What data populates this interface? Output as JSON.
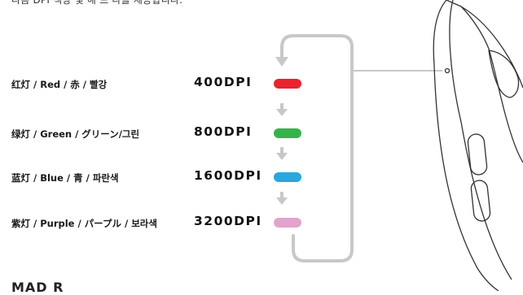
{
  "intro_text": "다음 DPI 색상 및 해 드 다를 제공합니다.",
  "modes": [
    {
      "label": "红灯 / Red / 赤 / 빨강",
      "dpi": "400DPI",
      "color": "#e8232f"
    },
    {
      "label": "绿灯 / Green / グリーン/그린",
      "dpi": "800DPI",
      "color": "#35b34a"
    },
    {
      "label": "蓝灯 / Blue / 青 / 파란색",
      "dpi": "1600DPI",
      "color": "#2aa6e0"
    },
    {
      "label": "紫灯 / Purple / パープル / 보라색",
      "dpi": "3200DPI",
      "color": "#e4a3cc"
    }
  ],
  "footer_text": "MAD R",
  "colors": {
    "cycle_line": "#c8c8c8",
    "arrow": "#c8c8c8",
    "mouse_outline": "#333333"
  }
}
